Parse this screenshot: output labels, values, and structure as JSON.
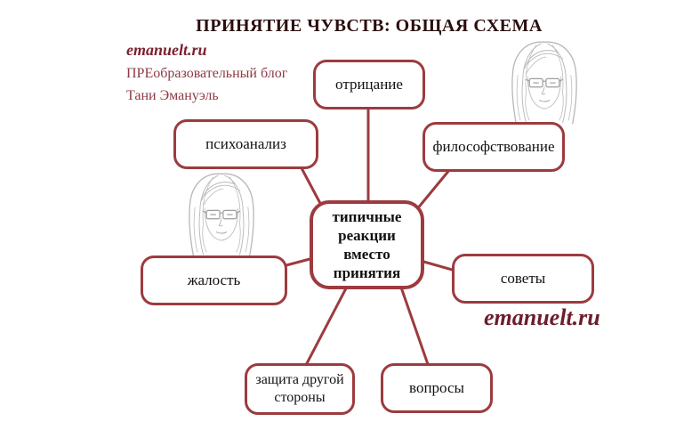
{
  "title": "ПРИНЯТИЕ ЧУВСТВ: ОБЩАЯ СХЕМА",
  "branding": {
    "site_top": "emanuelt.ru",
    "blog_line1": "ПРЕобразовательный блог",
    "blog_line2": "Тани Эмануэль",
    "site_bottom": "emanuelt.ru"
  },
  "colors": {
    "accent_border": "#9c3b3f",
    "title_text": "#2a0d0d",
    "branding_text": "#7a2130",
    "sketch_gray": "#b8b8b8"
  },
  "diagram": {
    "center": {
      "label": "типичные реакции вместо принятия"
    },
    "nodes": [
      {
        "label": "отрицание"
      },
      {
        "label": "философствование"
      },
      {
        "label": "психоанализ"
      },
      {
        "label": "жалость"
      },
      {
        "label": "советы"
      },
      {
        "label": "защита другой стороны"
      },
      {
        "label": "вопросы"
      }
    ]
  }
}
